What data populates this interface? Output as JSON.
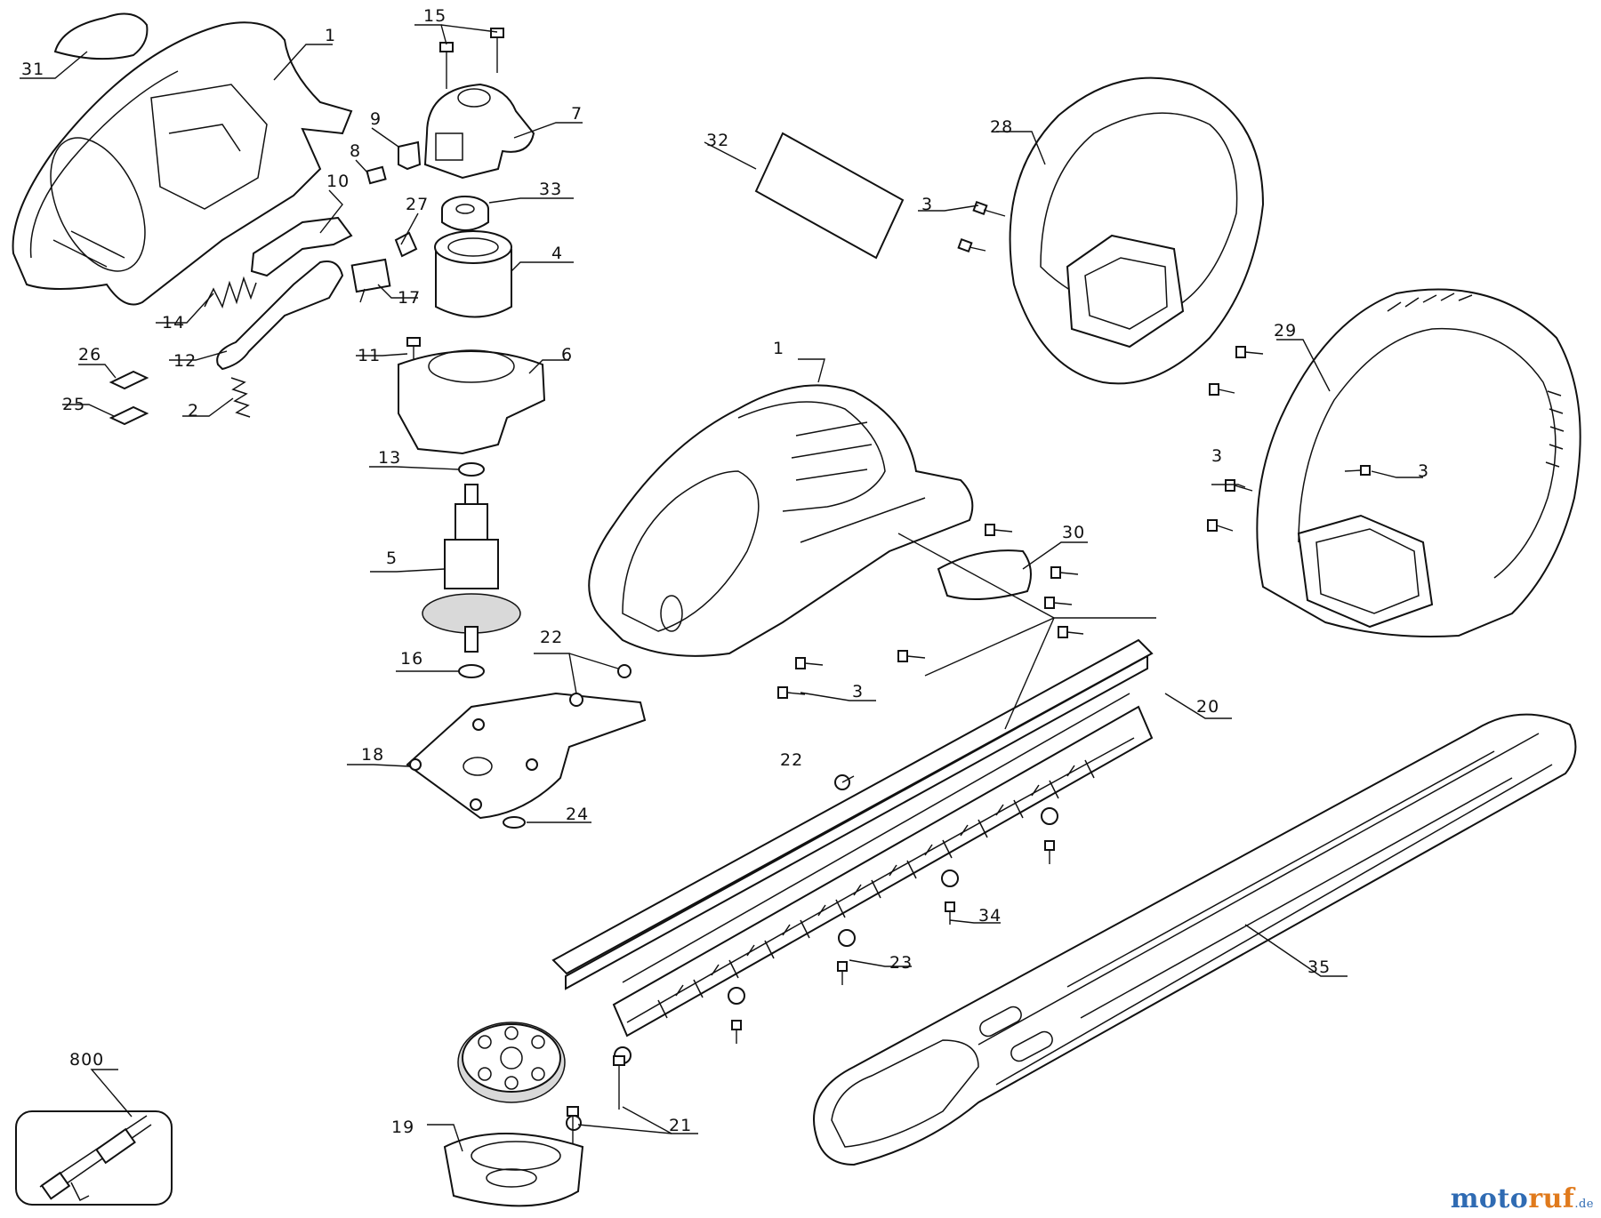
{
  "labels": {
    "p1a": "1",
    "p1b": "1",
    "p2": "2",
    "p3a": "3",
    "p3b": "3",
    "p3c": "3",
    "p3d": "3",
    "p4": "4",
    "p5": "5",
    "p6": "6",
    "p7": "7",
    "p8": "8",
    "p9": "9",
    "p10": "10",
    "p11": "11",
    "p12": "12",
    "p13": "13",
    "p14": "14",
    "p15": "15",
    "p16": "16",
    "p17": "17",
    "p18": "18",
    "p19": "19",
    "p20": "20",
    "p21": "21",
    "p22a": "22",
    "p22b": "22",
    "p23": "23",
    "p24": "24",
    "p25": "25",
    "p26": "26",
    "p27": "27",
    "p28": "28",
    "p29": "29",
    "p30": "30",
    "p31": "31",
    "p32": "32",
    "p33": "33",
    "p34": "34",
    "p35": "35",
    "p800": "800"
  },
  "watermark": {
    "brand_a": "moto",
    "brand_b": "ruf",
    "domain": ".de"
  },
  "colors": {
    "line": "#111111",
    "brand_blue": "#2f6bb3",
    "brand_orange": "#e07a1c"
  }
}
